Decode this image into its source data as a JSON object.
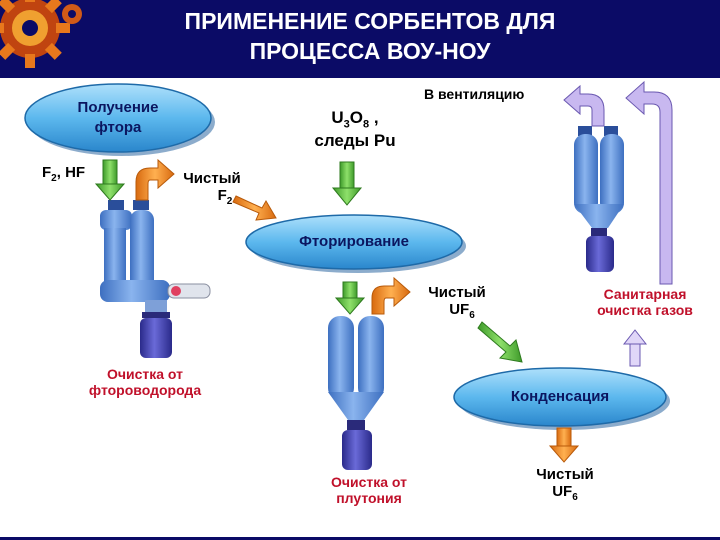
{
  "title": {
    "line1": "ПРИМЕНЕНИЕ СОРБЕНТОВ ДЛЯ",
    "line2": "ПРОЦЕССА ВОУ-НОУ"
  },
  "nodes": {
    "fluorine": [
      "Получение",
      "фтора"
    ],
    "fluorination": "Фторирование",
    "condensation": "Конденсация"
  },
  "labels": {
    "f2_hf": {
      "main": "F",
      "sub": "2",
      "rest": ", HF"
    },
    "u3o8": {
      "u": "U",
      "s1": "3",
      "o": "O",
      "s2": "8",
      "rest": " ,",
      "line2": "следы Pu"
    },
    "ventilation": "В вентиляцию",
    "pure_f2": {
      "line1": "Чистый",
      "f": "F",
      "sub": "2"
    },
    "pure_uf6_mid": {
      "line1": "Чистый",
      "uf": "UF",
      "sub": "6"
    },
    "pure_uf6_bottom": {
      "line1": "Чистый",
      "uf": "UF",
      "sub": "6"
    },
    "hf_cleaning": [
      "Очистка от",
      "фтороводорода"
    ],
    "pu_cleaning": [
      "Очистка от",
      "плутония"
    ],
    "gas_cleaning": [
      "Санитарная",
      "очистка газов"
    ]
  },
  "colors": {
    "header_bg": "#0b0b66",
    "ellipse_fill": "#5cb8ee",
    "arrow_green": "#6cc24a",
    "arrow_orange": "#f08a1c",
    "arrow_purple": "#c8b8f0",
    "apparatus_blue": "#5a8ed8",
    "apparatus_dark": "#3a3aa0",
    "red_text": "#c0102a"
  }
}
